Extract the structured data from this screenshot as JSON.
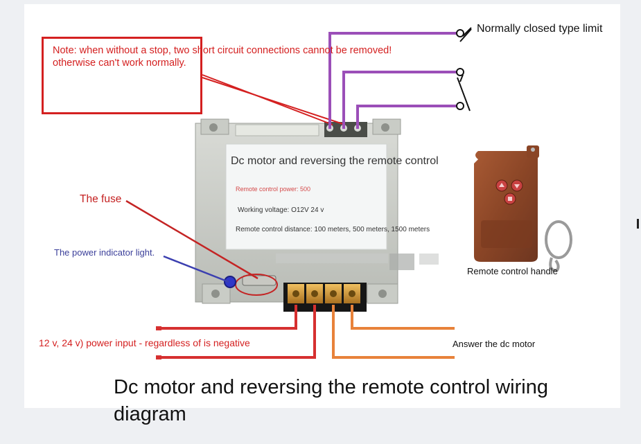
{
  "note": {
    "line1": "Note: when without a stop, two short circuit connections cannot be removed!",
    "line2": "otherwise can't work normally."
  },
  "limit_switch": {
    "label": "Normally closed type limit"
  },
  "pcb": {
    "title": "Dc motor and reversing the remote control",
    "power_line": "Remote control power: 500",
    "voltage_line": "Working voltage: O12V 24 v",
    "distance_line": "Remote control distance: 100 meters, 500 meters, 1500 meters"
  },
  "labels": {
    "fuse": "The fuse",
    "indicator": "The power indicator light.",
    "remote_handle": "Remote control handle",
    "power_input": "12 v, 24 v) power input - regardless of is negative",
    "motor": "Answer the dc motor"
  },
  "caption": {
    "line1": "Dc motor and reversing the remote control wiring",
    "line2": "diagram"
  },
  "colors": {
    "note_red": "#d42020",
    "limit_wire_purple": "#9b4fb8",
    "power_wire_red": "#d63030",
    "motor_wire_orange": "#e8823a",
    "indicator_wire_blue": "#3b3fb0",
    "remote_body": "#8a4a2a"
  }
}
